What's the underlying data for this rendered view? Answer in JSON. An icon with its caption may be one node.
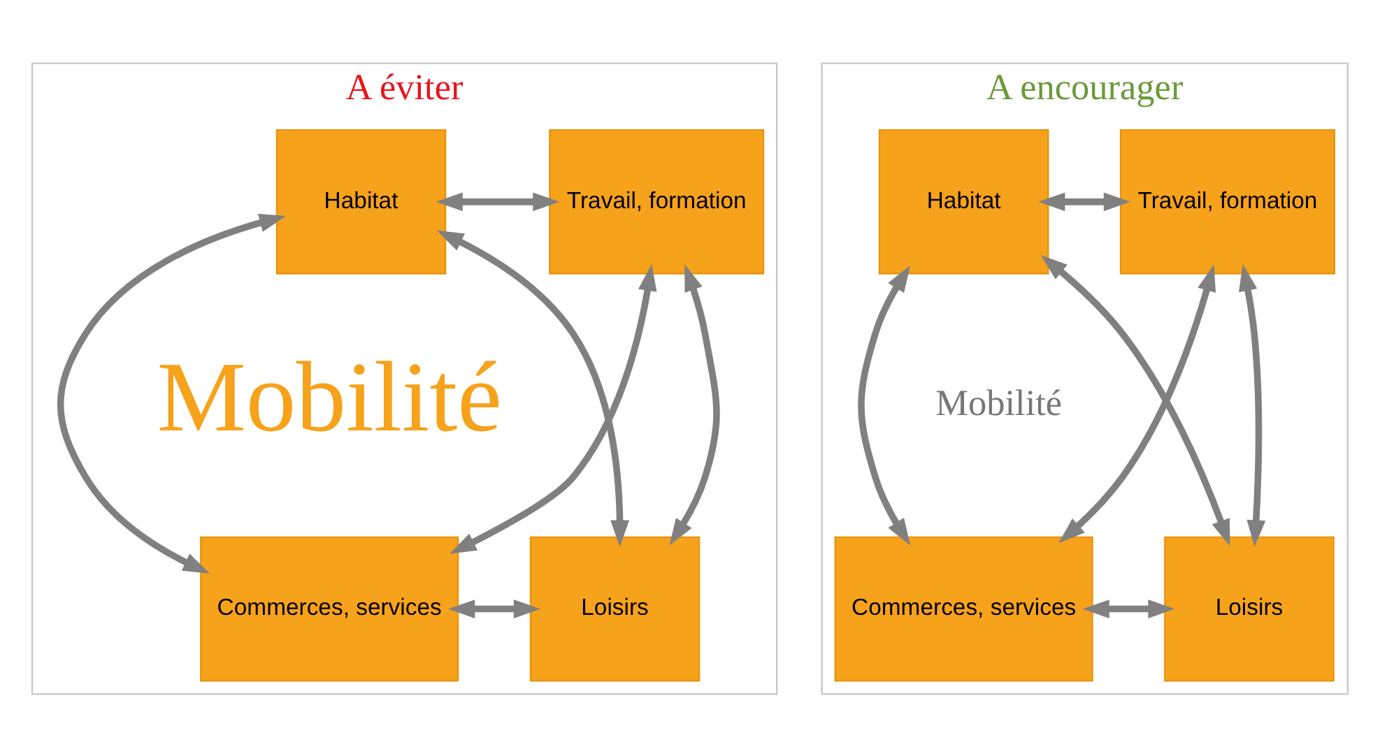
{
  "diagram": {
    "nodes": [
      {
        "text": [
          "A éviter"
        ]
      },
      {
        "text": [
          "Habitat"
        ],
        "in": 0
      },
      {
        "text": [
          "Travail, formation"
        ],
        "in": 0
      },
      {
        "text": [
          "Commerces, services"
        ],
        "in": 0
      },
      {
        "text": [
          "Loisirs"
        ],
        "in": 0
      },
      {
        "text": [
          "A encourager"
        ]
      },
      {
        "text": [
          "Habitat"
        ],
        "in": 5
      },
      {
        "text": [
          "Travail, formation"
        ],
        "in": 5
      },
      {
        "text": [
          "Commerces, services"
        ],
        "in": 5
      },
      {
        "text": [
          "Loisirs"
        ],
        "in": 5
      }
    ],
    "edges": [
      {
        "from": 1,
        "to": 2,
        "arrow": "both"
      },
      {
        "from": 1,
        "to": 3,
        "arrow": "both"
      },
      {
        "from": 2,
        "to": 4,
        "arrow": "both"
      },
      {
        "from": 1,
        "to": 4,
        "arrow": "both"
      },
      {
        "from": 2,
        "to": 3,
        "arrow": "both"
      },
      {
        "from": 3,
        "to": 4,
        "arrow": "both"
      },
      {
        "from": 6,
        "to": 7,
        "arrow": "both"
      },
      {
        "from": 6,
        "to": 8,
        "arrow": "both"
      },
      {
        "from": 7,
        "to": 9,
        "arrow": "both"
      },
      {
        "from": 6,
        "to": 9,
        "arrow": "both"
      },
      {
        "from": 7,
        "to": 8,
        "arrow": "both"
      },
      {
        "from": 8,
        "to": 9,
        "arrow": "both"
      }
    ],
    "labels": [
      "Mobilité",
      "Mobilité"
    ]
  }
}
